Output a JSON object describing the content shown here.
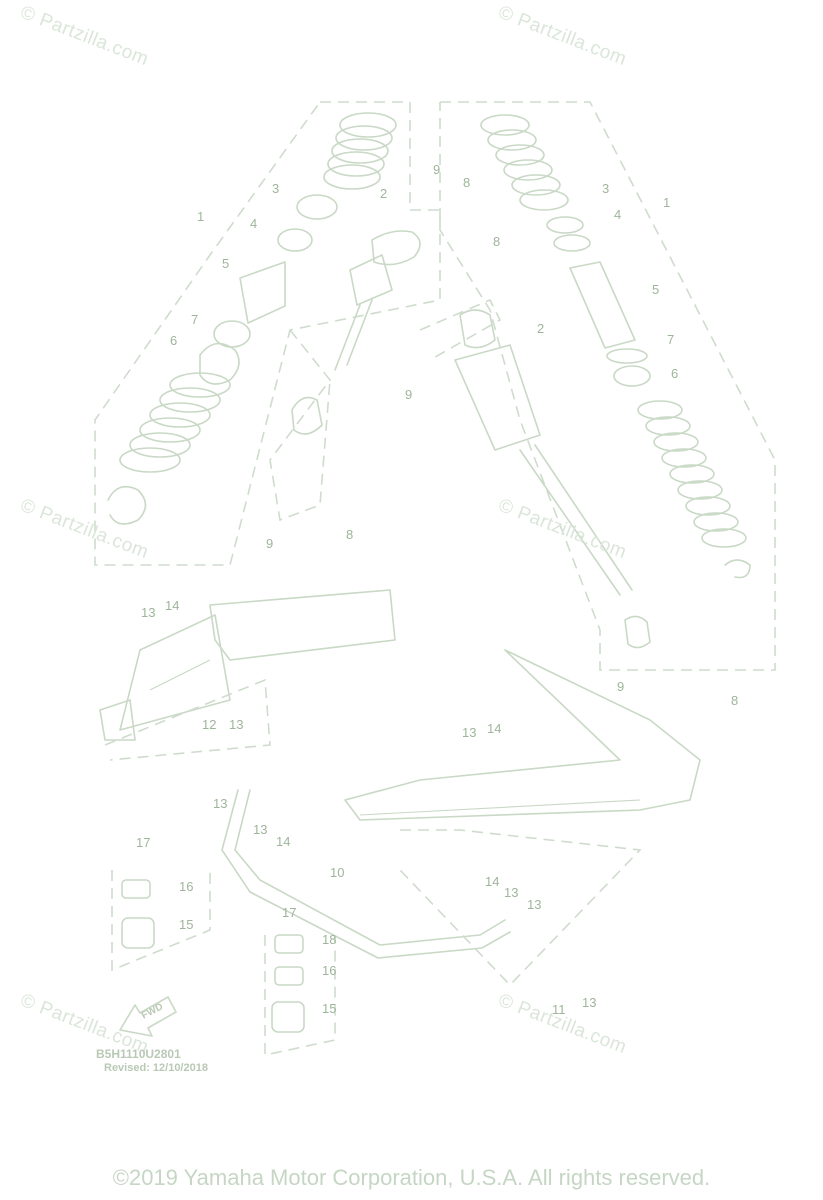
{
  "watermarks": [
    "© Partzilla.com",
    "© Partzilla.com",
    "© Partzilla.com",
    "© Partzilla.com",
    "© Partzilla.com",
    "© Partzilla.com"
  ],
  "callouts": {
    "l_1": "1",
    "l_2": "2",
    "l_3": "3",
    "l_4": "4",
    "l_5": "5",
    "l_6": "6",
    "l_7": "7",
    "l_8": "8",
    "l_9a": "9",
    "l_9b": "9",
    "l_8b": "8",
    "r_1": "1",
    "r_2": "2",
    "r_3": "3",
    "r_4": "4",
    "r_5": "5",
    "r_6": "6",
    "r_7": "7",
    "r_8a": "8",
    "r_9a": "9",
    "r_8b": "8",
    "r_9b": "9",
    "a_13": "13",
    "a_14": "14",
    "b_12": "12",
    "b_13": "13",
    "b_13b": "13",
    "b_13c": "13",
    "b_14": "14",
    "c_13": "13",
    "c_14": "14",
    "d_10": "10",
    "e_17": "17",
    "e_16": "16",
    "e_15": "15",
    "f_17": "17",
    "f_18": "18",
    "f_16": "16",
    "f_15": "15",
    "g_14": "14",
    "g_13": "13",
    "g_13b": "13",
    "g_11": "11",
    "g_13c": "13"
  },
  "fwd_label": "FWD",
  "diagram_code": "B5H1110U2801",
  "revised": "Revised: 12/10/2018",
  "copyright": "©2019 Yamaha Motor Corporation, U.S.A. All rights reserved.",
  "colors": {
    "line": "#c9d9c6",
    "label": "#9fb59b",
    "watermark": "#dbe6da"
  }
}
